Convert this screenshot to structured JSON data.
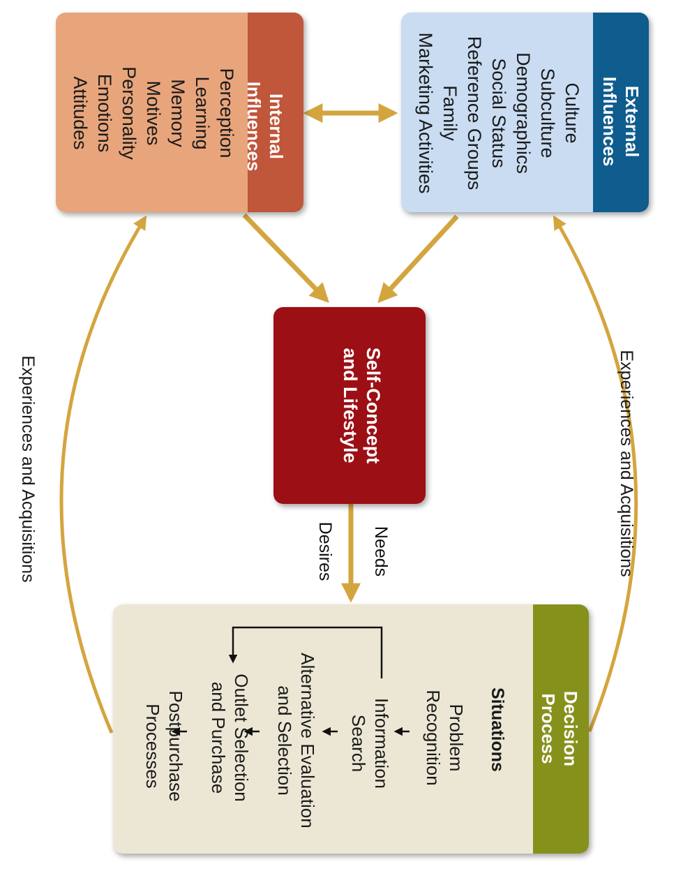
{
  "internal": {
    "title": "Internal Influences",
    "items": [
      "Perception",
      "Learning",
      "Memory",
      "Motives",
      "Personality",
      "Emotions",
      "Attitudes"
    ]
  },
  "external": {
    "title": "External Influences",
    "items": [
      "Culture",
      "Subculture",
      "Demographics",
      "Social Status",
      "Reference Groups",
      "Family",
      "Marketing Activities"
    ]
  },
  "center": {
    "title": "Self-Concept and Lifestyle"
  },
  "flow_labels": {
    "needs": "Needs",
    "desires": "Desires"
  },
  "decision": {
    "title": "Decision Process",
    "situations": "Situations",
    "steps": [
      "Problem Recognition",
      "Information Search",
      "Alternative Evaluation and Selection",
      "Outlet Selection and Purchase",
      "Postpurchase Processes"
    ]
  },
  "feedback": {
    "left": "Experiences and Acquisitions",
    "right": "Experiences and Acquisitions"
  },
  "colors": {
    "internal_body": "#e8a57c",
    "internal_header": "#c0563a",
    "external_body": "#c9dcf2",
    "external_header": "#0f5c8e",
    "center": "#9c0f14",
    "decision_body": "#ece7d5",
    "decision_header": "#86911c",
    "arrow": "#d4a53f"
  }
}
